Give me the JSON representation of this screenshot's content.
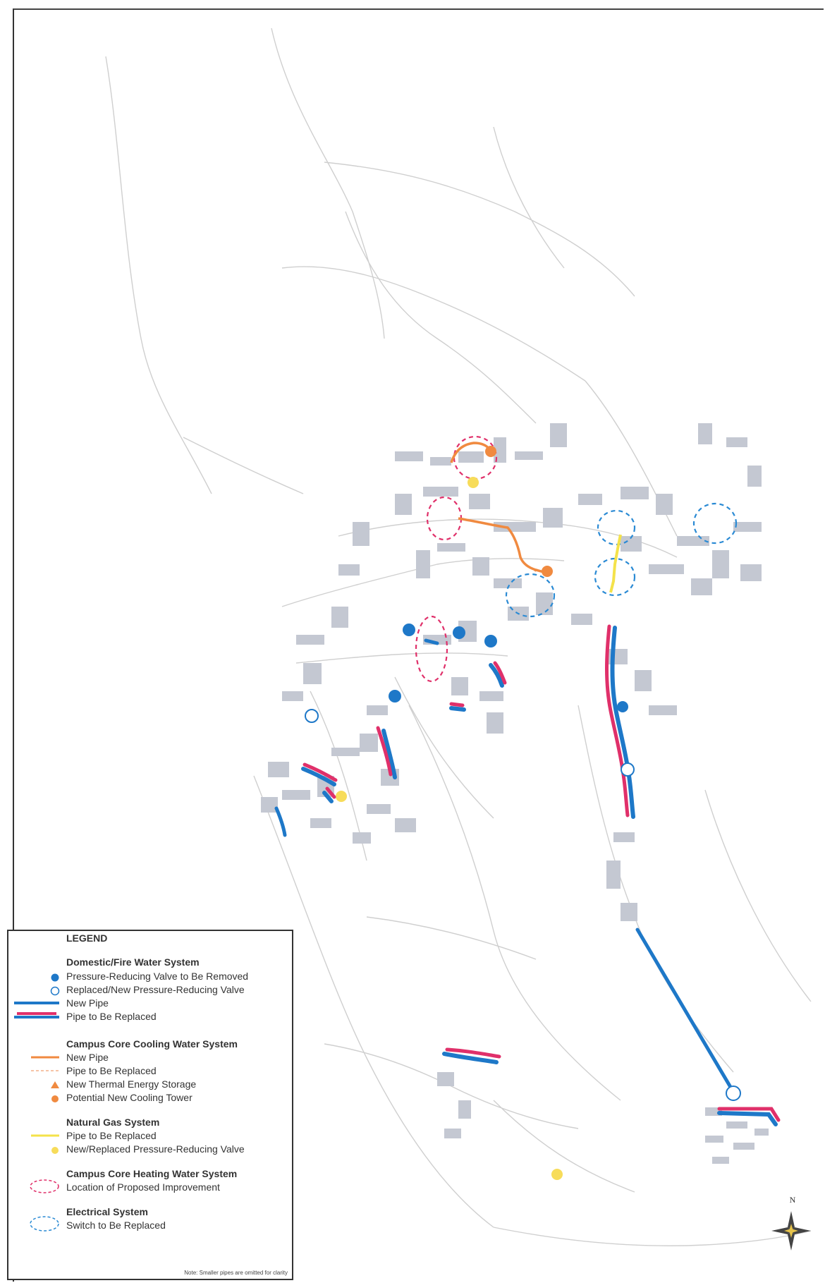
{
  "colors": {
    "water_blue": "#1e78c8",
    "replace_red": "#e0306a",
    "cooling_orange": "#f08a40",
    "gas_yellow": "#f4e24a",
    "gas_valve": "#f7dc5a",
    "heating_dash": "#e0306a",
    "electric_dash": "#2a8ad4",
    "building_gray": "#c4c8d2",
    "road_gray": "#c8c8c8"
  },
  "legend": {
    "title": "LEGEND",
    "groups": [
      {
        "heading": "Domestic/Fire Water System",
        "items": [
          {
            "label": "Pressure-Reducing Valve to Be Removed",
            "symbol": "filled-blue-circle"
          },
          {
            "label": "Replaced/New Pressure-Reducing Valve",
            "symbol": "open-blue-circle"
          },
          {
            "label": "New Pipe",
            "symbol": "blue-line"
          },
          {
            "label": "Pipe to Be Replaced",
            "symbol": "red-blue-line"
          }
        ]
      },
      {
        "heading": "Campus Core Cooling Water System",
        "items": [
          {
            "label": "New Pipe",
            "symbol": "orange-line"
          },
          {
            "label": "Pipe to Be Replaced",
            "symbol": "orange-dashed-line"
          },
          {
            "label": "New Thermal Energy Storage",
            "symbol": "orange-triangle"
          },
          {
            "label": "Potential New Cooling Tower",
            "symbol": "orange-circle"
          }
        ]
      },
      {
        "heading": "Natural Gas System",
        "items": [
          {
            "label": "Pipe to Be Replaced",
            "symbol": "yellow-line"
          },
          {
            "label": "New/Replaced Pressure-Reducing Valve",
            "symbol": "yellow-circle"
          }
        ]
      },
      {
        "heading": "Campus Core Heating Water System",
        "items": [
          {
            "label": "Location of Proposed Improvement",
            "symbol": "red-dashed-ellipse"
          }
        ]
      },
      {
        "heading": "Electrical System",
        "items": [
          {
            "label": "Switch to Be Replaced",
            "symbol": "blue-dashed-ellipse"
          }
        ]
      }
    ],
    "note": "Note: Smaller pipes are omitted for clarity"
  },
  "north_arrow": {
    "label": "N",
    "icon": "compass-rose-icon"
  }
}
